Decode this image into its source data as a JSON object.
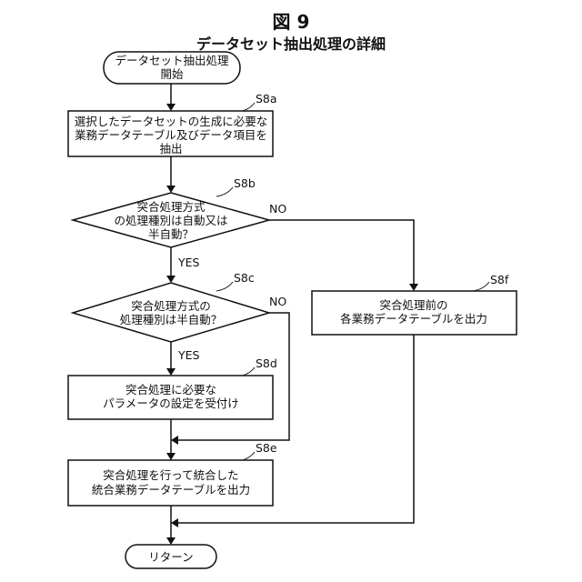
{
  "figure": {
    "number": "図 9",
    "title": "データセット抽出処理の詳細"
  },
  "nodes": {
    "start": {
      "lines": [
        "データセット抽出処理",
        "開始"
      ]
    },
    "s8a": {
      "step": "S8a",
      "lines": [
        "選択したデータセットの生成に必要な",
        "業務データテーブル及びデータ項目を",
        "抽出"
      ]
    },
    "s8b": {
      "step": "S8b",
      "lines": [
        "突合処理方式",
        "の処理種別は自動又は",
        "半自動？"
      ]
    },
    "s8c": {
      "step": "S8c",
      "lines": [
        "突合処理方式の",
        "処理種別は半自動？"
      ]
    },
    "s8d": {
      "step": "S8d",
      "lines": [
        "突合処理に必要な",
        "パラメータの設定を受付け"
      ]
    },
    "s8e": {
      "step": "S8e",
      "lines": [
        "突合処理を行って統合した",
        "統合業務データテーブルを出力"
      ]
    },
    "s8f": {
      "step": "S8f",
      "lines": [
        "突合処理前の",
        "各業務データテーブルを出力"
      ]
    },
    "end": {
      "lines": [
        "リターン"
      ]
    }
  },
  "edges": {
    "s8b_yes": "YES",
    "s8b_no": "NO",
    "s8c_yes": "YES",
    "s8c_no": "NO"
  }
}
